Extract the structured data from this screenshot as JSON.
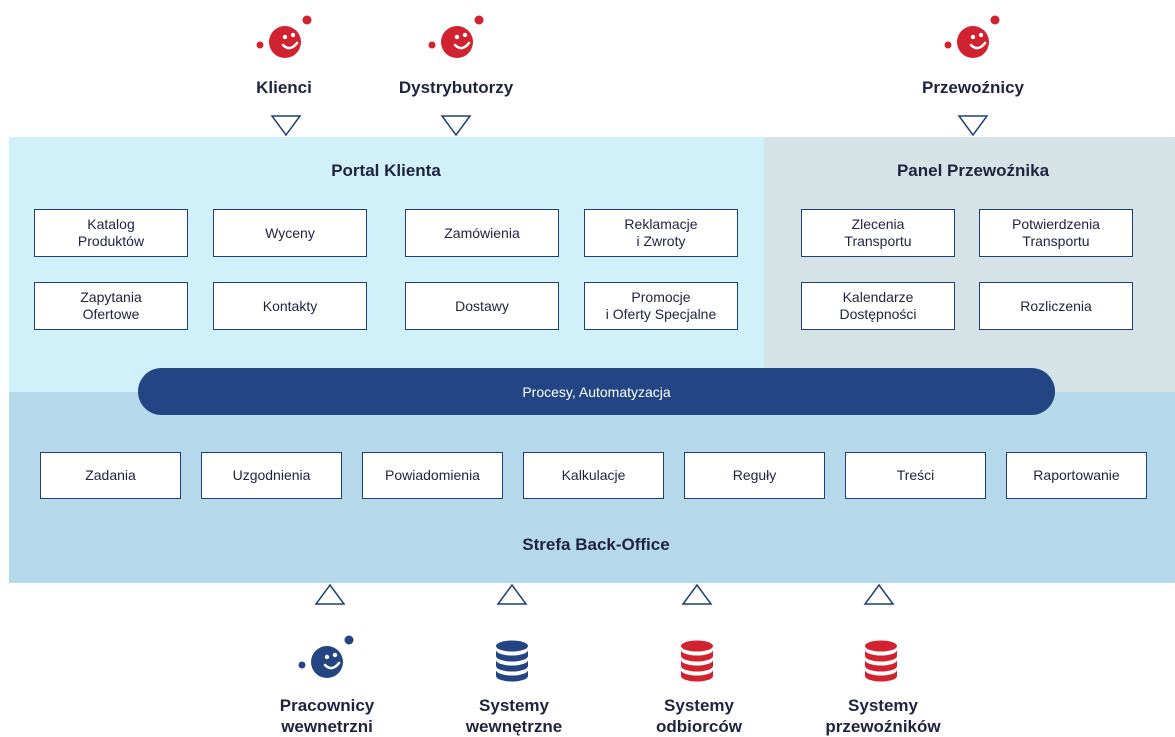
{
  "colors": {
    "portal_bg": "#d0f1f9",
    "panel_bg": "#d5e2e6",
    "backoffice_bg": "#b5d8ea",
    "pill_bg": "#234584",
    "box_border": "#1f3f7a",
    "actor_red": "#d1232f",
    "actor_blue": "#234584"
  },
  "actors_top": [
    {
      "label": "Klienci",
      "icon": "person-icon"
    },
    {
      "label": "Dystrybutorzy",
      "icon": "person-icon"
    },
    {
      "label": "Przewoźnicy",
      "icon": "person-icon"
    }
  ],
  "portal": {
    "title": "Portal Klienta",
    "boxes": [
      "Katalog\nProduktów",
      "Wyceny",
      "Zamówienia",
      "Reklamacje\ni Zwroty",
      "Zapytania\nOfertowe",
      "Kontakty",
      "Dostawy",
      "Promocje\ni Oferty Specjalne"
    ]
  },
  "panel": {
    "title": "Panel Przewoźnika",
    "boxes": [
      "Zlecenia\nTransportu",
      "Potwierdzenia\nTransportu",
      "Kalendarze\nDostępności",
      "Rozliczenia"
    ]
  },
  "process_bar": "Procesy,  Automatyzacja",
  "backoffice": {
    "title": "Strefa Back-Office",
    "boxes": [
      "Zadania",
      "Uzgodnienia",
      "Powiadomienia",
      "Kalkulacje",
      "Reguły",
      "Treści",
      "Raportowanie"
    ]
  },
  "bottom": [
    {
      "label": "Pracownicy\nwewnetrzni",
      "icon": "person-icon"
    },
    {
      "label": "Systemy\nwewnętrzne",
      "icon": "database-icon"
    },
    {
      "label": "Systemy\nodbiorców",
      "icon": "database-icon"
    },
    {
      "label": "Systemy\nprzewoźników",
      "icon": "database-icon"
    }
  ]
}
